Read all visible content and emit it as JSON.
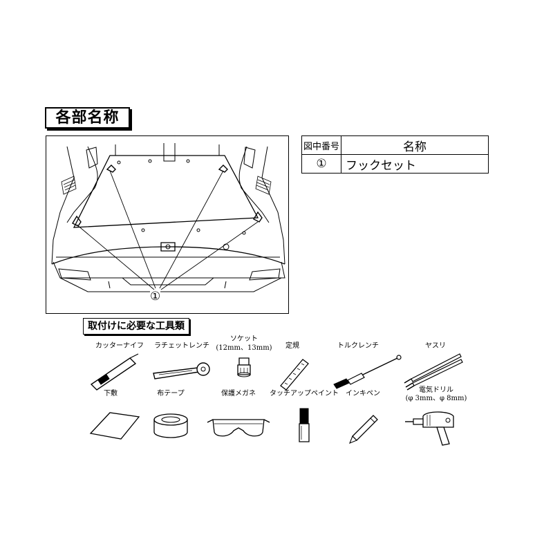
{
  "section_title": "各部名称",
  "diagram": {
    "callout": "①"
  },
  "parts_table": {
    "headers": {
      "number": "図中番号",
      "name": "名称"
    },
    "rows": [
      {
        "number": "①",
        "name": "フックセット"
      }
    ]
  },
  "tools": {
    "title": "取付けに必要な工具類",
    "items": [
      {
        "label": "カッターナイフ",
        "icon": "utility-knife-icon"
      },
      {
        "label": "ラチェットレンチ",
        "icon": "ratchet-wrench-icon"
      },
      {
        "label": "ソケット",
        "sub": "(12mm、13mm)",
        "icon": "socket-icon"
      },
      {
        "label": "定規",
        "icon": "ruler-icon"
      },
      {
        "label": "トルクレンチ",
        "icon": "torque-wrench-icon"
      },
      {
        "label": "ヤスリ",
        "icon": "file-icon"
      },
      {
        "label": "下敷",
        "icon": "mat-icon"
      },
      {
        "label": "布テープ",
        "icon": "cloth-tape-icon"
      },
      {
        "label": "保護メガネ",
        "icon": "safety-glasses-icon"
      },
      {
        "label": "タッチアップペイント",
        "icon": "touch-up-paint-icon"
      },
      {
        "label": "インキペン",
        "icon": "ink-pen-icon"
      },
      {
        "label": "電気ドリル",
        "sub": "(φ 3mm、φ 8mm)",
        "icon": "electric-drill-icon"
      }
    ]
  }
}
